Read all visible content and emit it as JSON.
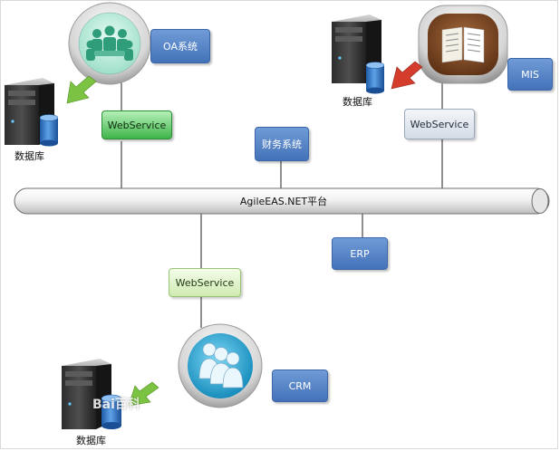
{
  "bus": {
    "label": "AgileEAS.NET平台"
  },
  "systems": {
    "oa": "OA系统",
    "mis": "MIS",
    "finance": "财务系统",
    "erp": "ERP",
    "crm": "CRM"
  },
  "services": {
    "left": "WebService",
    "right": "WebService",
    "bottom": "WebService"
  },
  "databases": {
    "left": "数据库",
    "top_right": "数据库",
    "bottom": "数据库"
  },
  "watermark": "Bai百科",
  "icons": {
    "oa": "group-meeting-icon",
    "mis": "open-book-icon",
    "crm": "people-icon",
    "db": "server-database-icon",
    "arrow": "arrow-icon"
  },
  "colors": {
    "blue_box": "#4a78bd",
    "green_box": "#3fb44a",
    "arrow_green": "#7cc243",
    "arrow_red": "#d43c2c"
  }
}
